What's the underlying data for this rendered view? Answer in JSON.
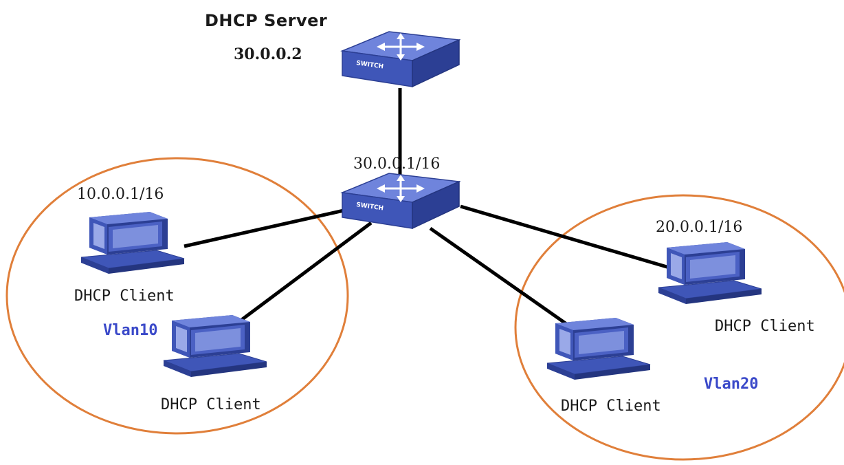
{
  "server": {
    "title": "DHCP Server",
    "ip": "30.0.0.2",
    "switch_badge": "SWITCH"
  },
  "core_switch": {
    "ip": "30.0.0.1/16",
    "switch_badge": "SWITCH"
  },
  "vlan10": {
    "name": "Vlan10",
    "gateway": "10.0.0.1/16",
    "client_label": "DHCP Client"
  },
  "vlan20": {
    "name": "Vlan20",
    "gateway": "20.0.0.1/16",
    "client_label": "DHCP Client"
  },
  "colors": {
    "vlan_ring": "#e07f3a",
    "device_blue": "#3f56b8",
    "device_top": "#6f84dc",
    "device_side": "#2c3f94",
    "link": "#000000",
    "vlan_text": "#3a49c9"
  }
}
